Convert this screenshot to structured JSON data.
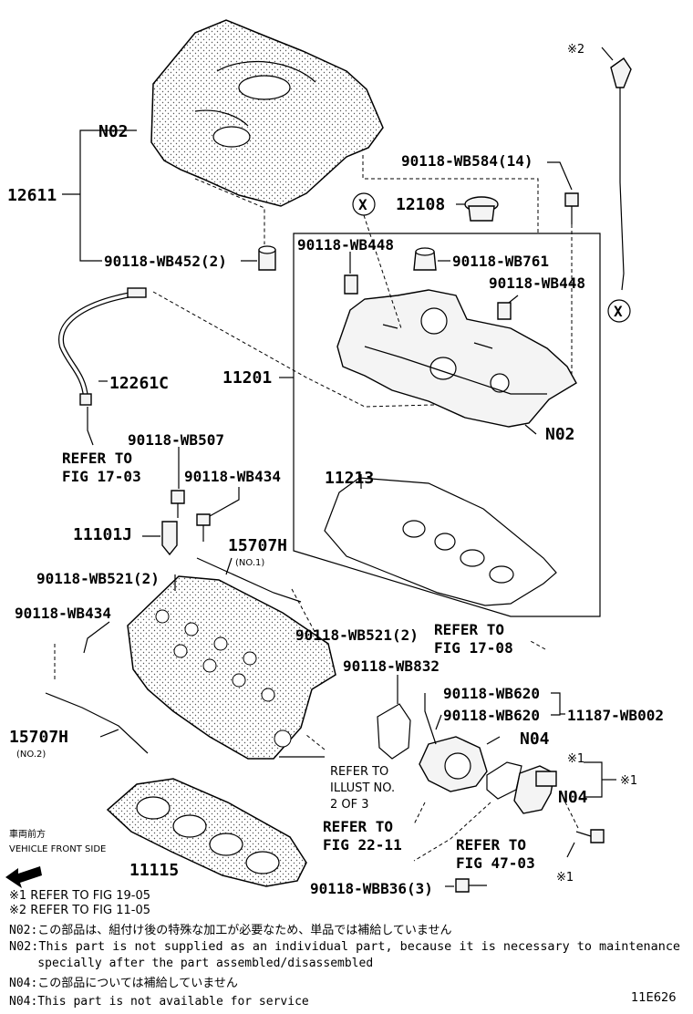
{
  "labels": {
    "n02_top": "N02",
    "p12611": "12611",
    "p90118_wb452": "90118-WB452(2)",
    "note2_mark": "※2",
    "p90118_wb584": "90118-WB584(14)",
    "p12108": "12108",
    "x_mark_left": "X",
    "x_mark_right": "X",
    "p90118_wb448_a": "90118-WB448",
    "p90118_wb761": "90118-WB761",
    "p90118_wb448_b": "90118-WB448",
    "p12261c": "12261C",
    "p11201": "11201",
    "n02_cover": "N02",
    "refer_1703_a": "REFER TO",
    "refer_1703_b": "FIG 17-03",
    "p90118_wb507": "90118-WB507",
    "p90118_wb434_a": "90118-WB434",
    "p11213": "11213",
    "p11101j": "11101J",
    "p15707h_a": "15707H",
    "no1": "(NO.1)",
    "p90118_wb521_a": "90118-WB521(2)",
    "p90118_wb434_b": "90118-WB434",
    "p90118_wb521_b": "90118-WB521(2)",
    "refer_1708_a": "REFER TO",
    "refer_1708_b": "FIG 17-08",
    "p90118_wb832": "90118-WB832",
    "p90118_wb620_a": "90118-WB620",
    "p90118_wb620_b": "90118-WB620",
    "p11187": "11187-WB002",
    "n04_a": "N04",
    "p15707h_b": "15707H",
    "no2": "(NO.2)",
    "note1_mark_a": "※1",
    "note1_mark_b": "※1",
    "n04_b": "N04",
    "refer_illust_a": "REFER TO",
    "refer_illust_b": "ILLUST NO.",
    "refer_illust_c": "2 OF 3",
    "refer_2211_a": "REFER TO",
    "refer_2211_b": "FIG 22-11",
    "refer_4703_a": "REFER TO",
    "refer_4703_b": "FIG 47-03",
    "vehicle_front_jp": "車両前方",
    "vehicle_front_en": "VEHICLE FRONT SIDE",
    "p11115": "11115",
    "note1_mark_c": "※1",
    "p90118_wbb36": "90118-WBB36(3)"
  },
  "footnotes": {
    "f1": "※1  REFER TO FIG 19-05",
    "f2": "※2  REFER TO FIG 11-05",
    "n02_jp": "N02:この部品は、組付け後の特殊な加工が必要なため、単品では補給していません",
    "n02_en1": "N02:This part is not supplied as an individual part,  because it is necessary to maintenance",
    "n02_en2": "    specially after the part assembled/disassembled",
    "n04_jp": "N04:この部品については補給していません",
    "n04_en": "N04:This part is not available for service"
  },
  "figure_id": "11E626"
}
